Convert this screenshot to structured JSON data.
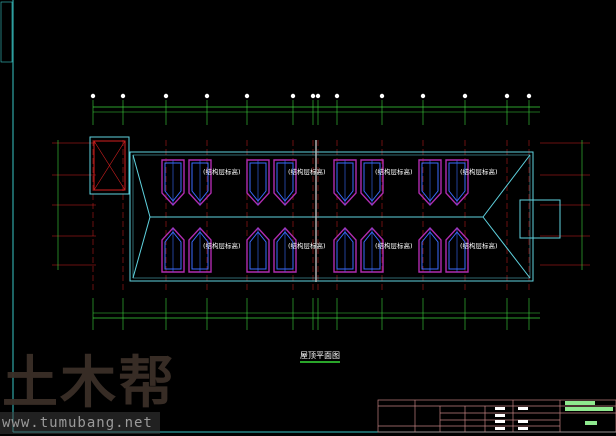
{
  "drawing": {
    "title": "屋顶平面图",
    "level_label": "(结构层标高)",
    "colors": {
      "frame": "#39c6c6",
      "axis": "#3cd43c",
      "wall": "#5fd3e0",
      "unit_outer": "#b02cb0",
      "unit_inner": "#3a6cff",
      "red": "#d42020",
      "title_block": "#c08080"
    },
    "units_per_row": 8
  },
  "watermark": {
    "logo": "土木帮",
    "url": "www.tumubang.net"
  }
}
